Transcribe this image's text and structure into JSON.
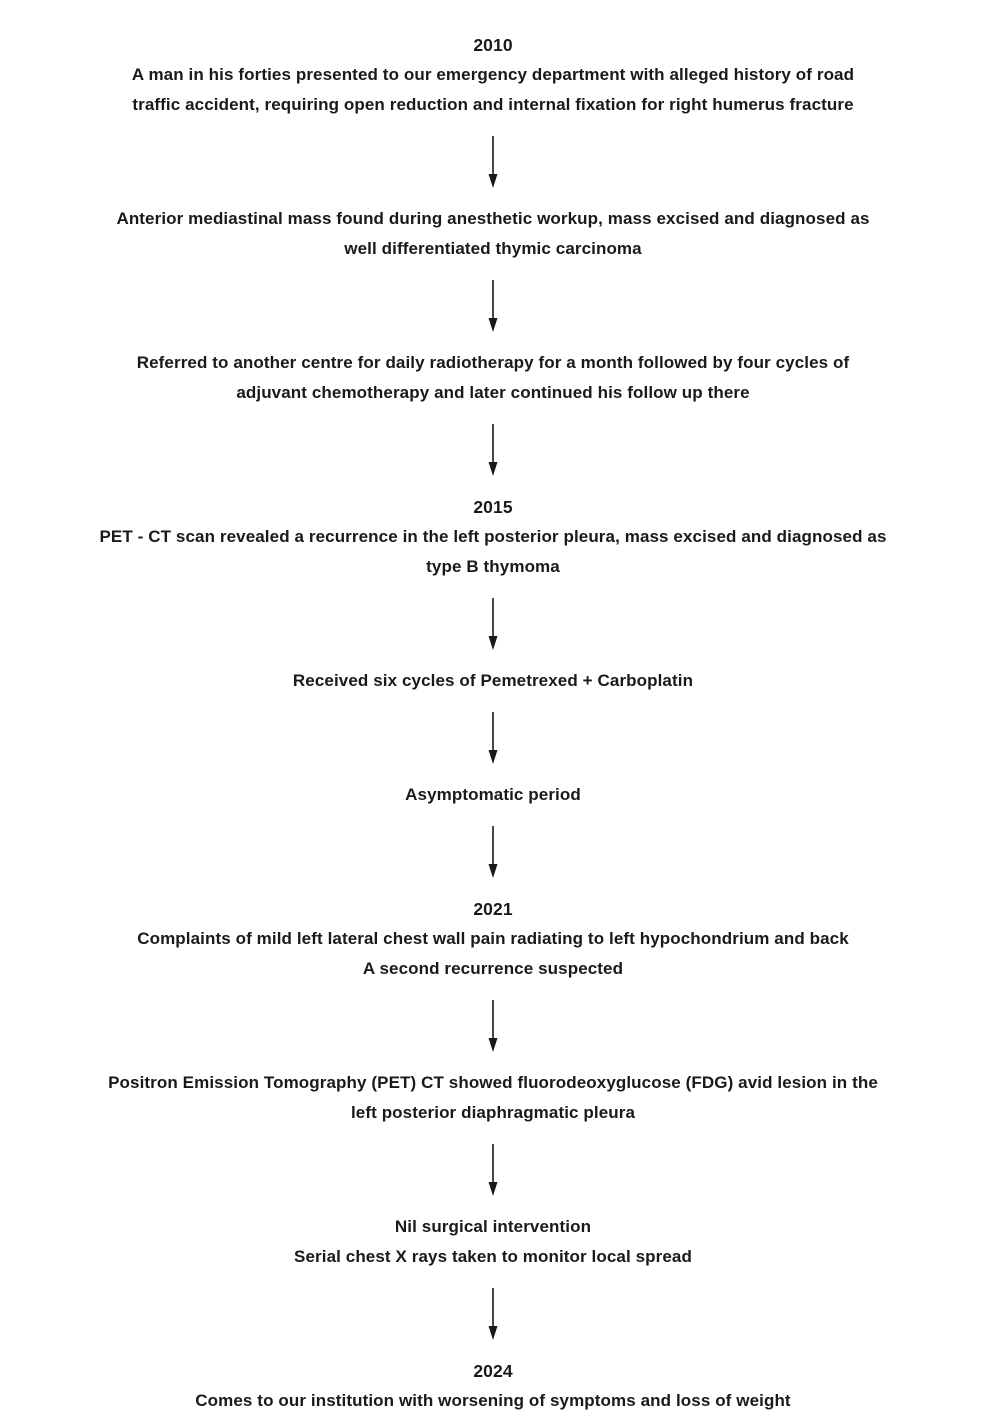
{
  "colors": {
    "text": "#1a1a1a",
    "background": "#ffffff"
  },
  "steps": [
    {
      "year": "2010",
      "lines": [
        "A man in his forties presented to our emergency department with alleged history of road",
        "traffic accident, requiring open reduction and internal fixation for right humerus fracture"
      ]
    },
    {
      "lines": [
        "Anterior mediastinal mass found during anesthetic workup, mass excised and diagnosed as",
        "well differentiated thymic carcinoma"
      ]
    },
    {
      "lines": [
        "Referred to another centre for daily radiotherapy for a month followed by four cycles of",
        "adjuvant chemotherapy and later continued his follow up there"
      ]
    },
    {
      "year": "2015",
      "lines": [
        "PET - CT scan revealed a recurrence in the left posterior pleura, mass excised and diagnosed as",
        "type B thymoma"
      ]
    },
    {
      "lines": [
        "Received six cycles of Pemetrexed + Carboplatin"
      ]
    },
    {
      "lines": [
        "Asymptomatic period"
      ]
    },
    {
      "year": "2021",
      "lines": [
        "Complaints of mild left lateral chest wall pain radiating to left hypochondrium and back",
        "A second recurrence suspected"
      ]
    },
    {
      "lines": [
        "Positron Emission Tomography (PET) CT showed fluorodeoxyglucose (FDG) avid lesion in the",
        "left posterior diaphragmatic pleura"
      ]
    },
    {
      "lines": [
        "Nil surgical intervention",
        "Serial chest X rays taken to monitor local spread"
      ]
    },
    {
      "year": "2024",
      "lines": [
        "Comes to our institution with worsening of symptoms and loss of weight"
      ]
    }
  ]
}
